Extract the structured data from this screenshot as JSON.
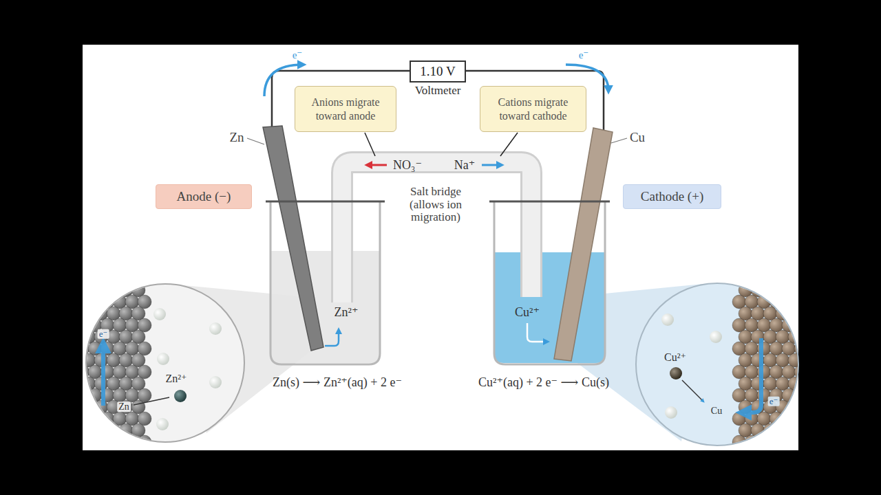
{
  "diagram": {
    "nodes": [
      {
        "text": [
          "1.10 V",
          "Voltmeter"
        ]
      },
      {
        "text": [
          "Anions migrate toward anode"
        ]
      },
      {
        "text": [
          "Cations migrate toward cathode"
        ]
      },
      {
        "text": [
          "Anode (−)"
        ]
      },
      {
        "text": [
          "Cathode (+)"
        ]
      }
    ],
    "labels": [
      "e⁻",
      "e⁻",
      "Zn",
      "Cu",
      "NO₃⁻",
      "Na⁺",
      "Salt bridge (allows ion migration)",
      "Zn²⁺",
      "Cu²⁺",
      "Zn(s) ⟶ Zn²⁺(aq) + 2 e⁻",
      "Cu²⁺(aq) + 2 e⁻ ⟶ Cu(s)",
      "Zn²⁺",
      "Zn",
      "e⁻",
      "Cu²⁺",
      "Cu",
      "e⁻"
    ]
  }
}
